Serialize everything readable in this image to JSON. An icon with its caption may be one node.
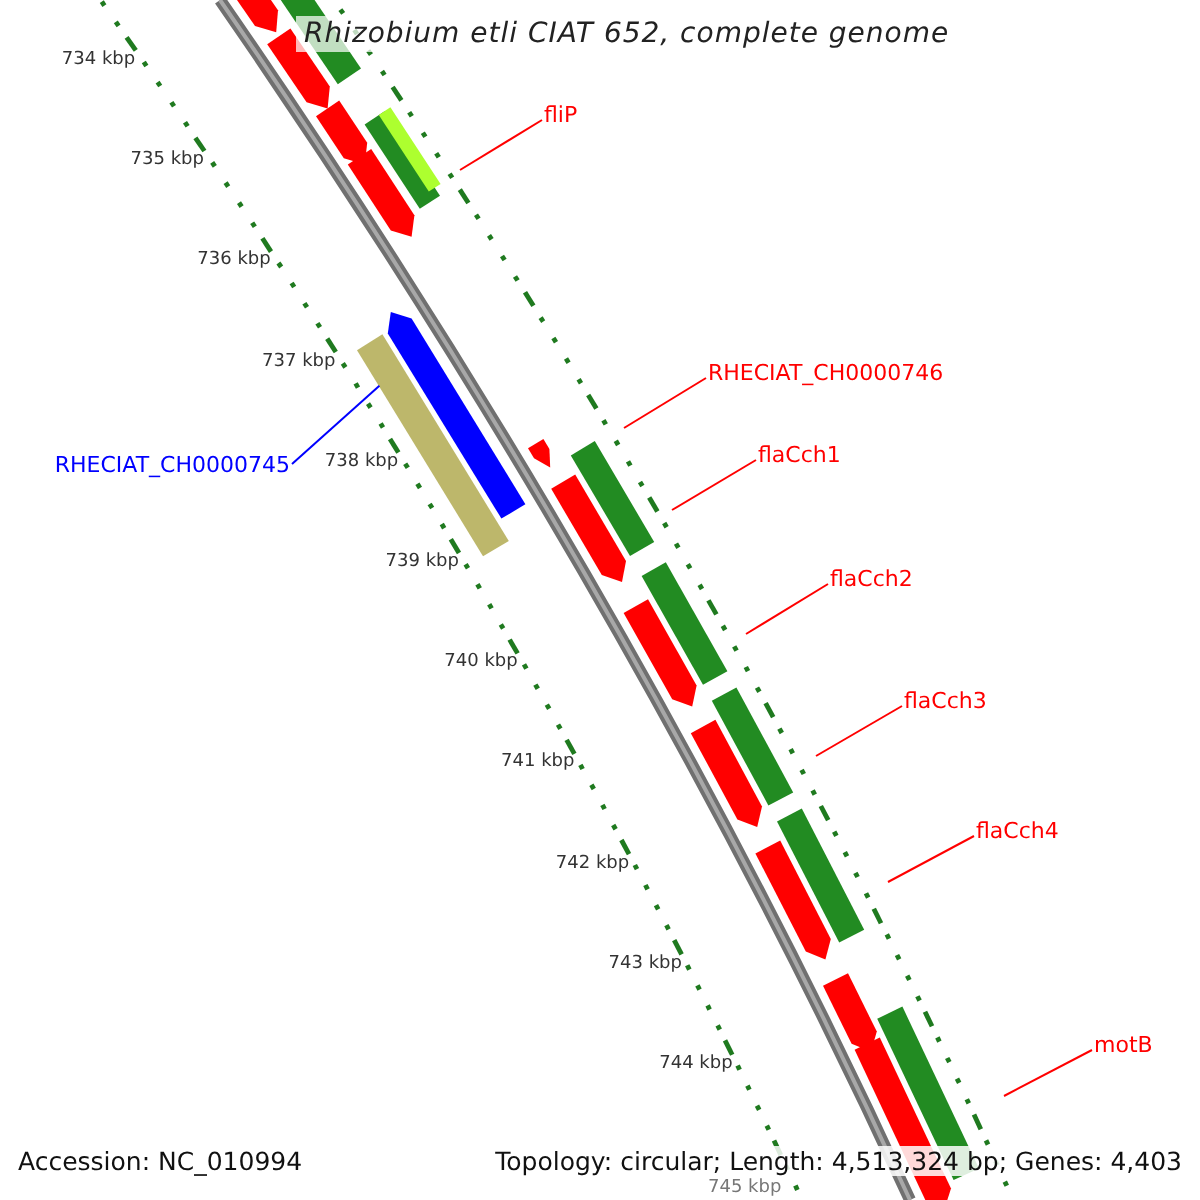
{
  "diagram": {
    "title": "Rhizobium etli CIAT 652, complete genome",
    "nodes": [
      {
        "text": [
          "fliP"
        ]
      },
      {
        "text": [
          "RHECIAT_CH0000746"
        ]
      },
      {
        "text": [
          "flaCch1"
        ]
      },
      {
        "text": [
          "RHECIAT_CH0000745"
        ]
      },
      {
        "text": [
          "flaCch2"
        ]
      },
      {
        "text": [
          "flaCch3"
        ]
      },
      {
        "text": [
          "flaCch4"
        ]
      },
      {
        "text": [
          "motB"
        ]
      },
      {
        "text": [],
        "shape": "bar"
      }
    ],
    "edges": [
      {
        "from": 0,
        "to": null,
        "arrow": "none"
      },
      {
        "from": 1,
        "to": null,
        "arrow": "none"
      },
      {
        "from": 2,
        "to": null,
        "arrow": "none"
      },
      {
        "from": 3,
        "to": 8,
        "arrow": "none",
        "color": "#0000ff"
      },
      {
        "from": 4,
        "to": null,
        "arrow": "none"
      },
      {
        "from": 5,
        "to": null,
        "arrow": "none"
      },
      {
        "from": 6,
        "to": null,
        "arrow": "none"
      },
      {
        "from": 7,
        "to": null,
        "arrow": "none"
      }
    ],
    "labels": [
      "734 kbp",
      "735 kbp",
      "736 kbp",
      "737 kbp",
      "738 kbp",
      "739 kbp",
      "740 kbp",
      "741 kbp",
      "742 kbp",
      "743 kbp",
      "744 kbp",
      "745 kbp",
      "Accession: NC_010994",
      "Topology: circular; Length: 4,513,324 bp; Genes: 4,403"
    ]
  }
}
